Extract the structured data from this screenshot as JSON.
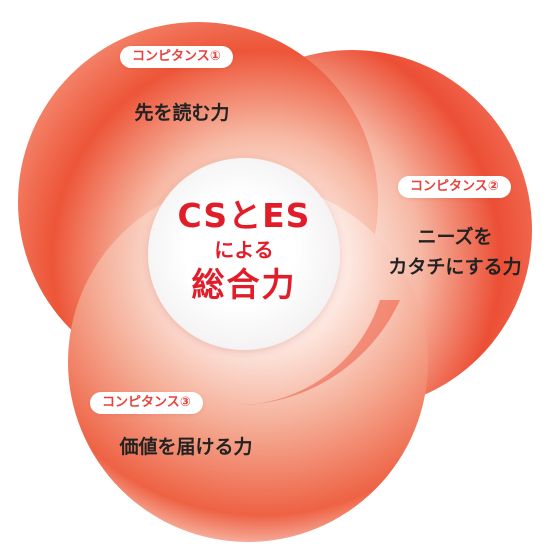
{
  "colors": {
    "accent": "#e21d2a",
    "petal_deep": "#ec4f35",
    "petal_light": "#fde9e3",
    "label_text": "#222222"
  },
  "center": {
    "line1": "CSとES",
    "line2": "による",
    "line3": "総合力"
  },
  "competencies": [
    {
      "badge": "コンピタンス①",
      "label_lines": [
        "先を読む力"
      ]
    },
    {
      "badge": "コンピタンス②",
      "label_lines": [
        "ニーズを",
        "カタチにする力"
      ]
    },
    {
      "badge": "コンピタンス③",
      "label_lines": [
        "価値を届ける力"
      ]
    }
  ]
}
